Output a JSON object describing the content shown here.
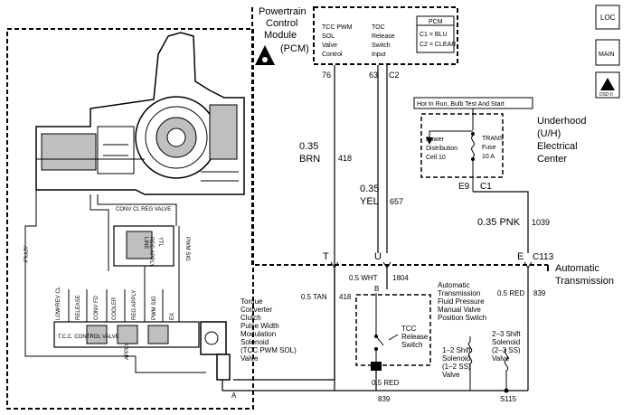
{
  "pcm": {
    "title_lines": [
      "Powertrain",
      "Control",
      "Module",
      "(PCM)"
    ],
    "tcc_pwm_lines": [
      "TCC PWM",
      "SOL",
      "Valve",
      "Control"
    ],
    "tcc_release_lines": [
      "TOC",
      "Release",
      "Switch",
      "Input"
    ],
    "connector_title": "PCM",
    "c1": "C1 = BLU",
    "c2": "C2 = CLEAR",
    "pin_76": "76",
    "pin_63": "63",
    "pin_c2": "C2"
  },
  "side_icons": {
    "loc": "LOC",
    "main": "MAIN",
    "dsd": "DSD II"
  },
  "wires": {
    "brn_gauge": "0.35",
    "brn_color": "BRN",
    "brn_circuit": "418",
    "yel_gauge": "0.35",
    "yel_color": "YEL",
    "yel_circuit": "657",
    "pnk": "0.35 PNK",
    "pnk_circuit": "1039",
    "wht": "0.5 WHT",
    "wht_circuit": "1804",
    "tan": "0.5 TAN",
    "tan_circuit": "418",
    "red_right": "0.5 RED",
    "red_right_circuit": "839",
    "red_bottom": "0.5 RED",
    "red_bottom_circuit": "839"
  },
  "underhood": {
    "hot_label": "Hot In Run, Bulb Test And Start",
    "power_lines": [
      "Power",
      "Distribution",
      "Cell 10"
    ],
    "fuse_lines": [
      "TRANS",
      "Fuse",
      "10 A"
    ],
    "title_lines": [
      "Underhood",
      "(U/H)",
      "Electrical",
      "Center"
    ],
    "e9": "E9",
    "c1": "C1"
  },
  "connector": {
    "t": "T",
    "u": "U",
    "e": "E",
    "c113": "C113",
    "b": "B",
    "a": "A",
    "s115": "S115"
  },
  "transmission": {
    "title_lines": [
      "Automatic",
      "Transmission"
    ],
    "tcc_solenoid_lines": [
      "Torque",
      "Converter",
      "Clutch",
      "Pulse Width",
      "Modulation",
      "Solenoid",
      "(TCC PWM SOL)",
      "Valve"
    ],
    "manual_valve_lines": [
      "Automatic",
      "Transmission",
      "Fluid Pressure",
      "Manual Valve",
      "Position Switch"
    ],
    "release_switch_lines": [
      "TCC",
      "Release",
      "Switch"
    ],
    "shift12_lines": [
      "1–2 Shift",
      "Solenoid",
      "(1–2 SS)",
      "Valve"
    ],
    "shift23_lines": [
      "2–3 Shift",
      "Solenoid",
      "(2–3 SS)",
      "Valve"
    ]
  },
  "hydraulic": {
    "conv_reg": "CONV CL REG VALVE",
    "line": "LINE",
    "reg_apply": "REG APPLY",
    "ytl": "YTL",
    "pwm_sig": "PWM SIG",
    "apply_left": "APPLY",
    "lowrev_cl": "LOW/REV CL",
    "release": "RELEASE",
    "conv_fd": "CONV FD",
    "cooler": "COOLER",
    "reg_apply2": "REG APPLY",
    "pwm_sig2": "PWM SIG",
    "tcc_control": "T.C.C. CONTROL VALVE",
    "apply_bottom": "APPLY",
    "exhaust": "EX"
  },
  "colors": {
    "ink": "#000000",
    "paper": "#ffffff",
    "fill_gray": "#bfbfbf"
  }
}
